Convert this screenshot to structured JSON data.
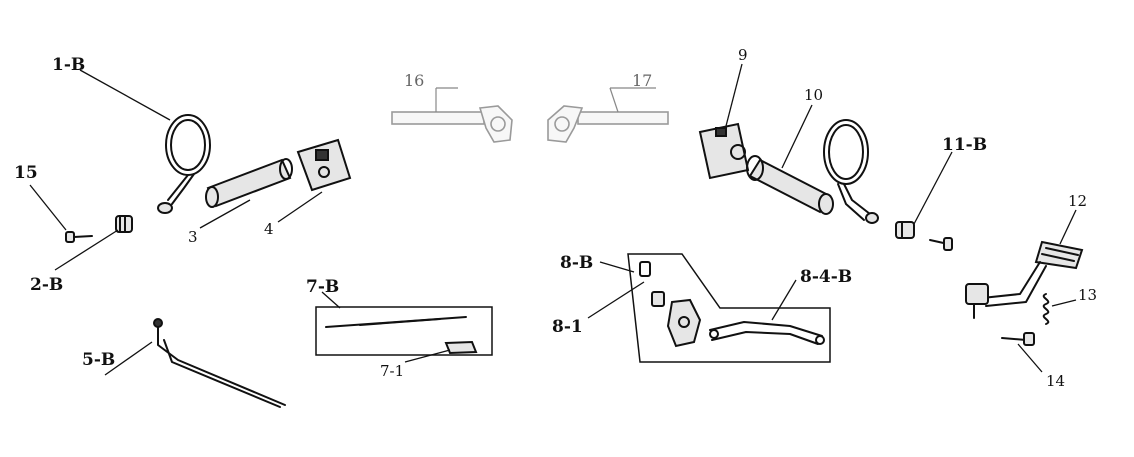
{
  "labels": {
    "l_1b": "1-B",
    "l_15": "15",
    "l_2b": "2-B",
    "l_3": "3",
    "l_4": "4",
    "l_5b": "5-B",
    "l_7b": "7-B",
    "l_7_1": "7-1",
    "l_16": "16",
    "l_17": "17",
    "l_8b": "8-B",
    "l_8_1": "8-1",
    "l_8_4b": "8-4-B",
    "l_9": "9",
    "l_10": "10",
    "l_11b": "11-B",
    "l_12": "12",
    "l_13": "13",
    "l_14": "14"
  }
}
